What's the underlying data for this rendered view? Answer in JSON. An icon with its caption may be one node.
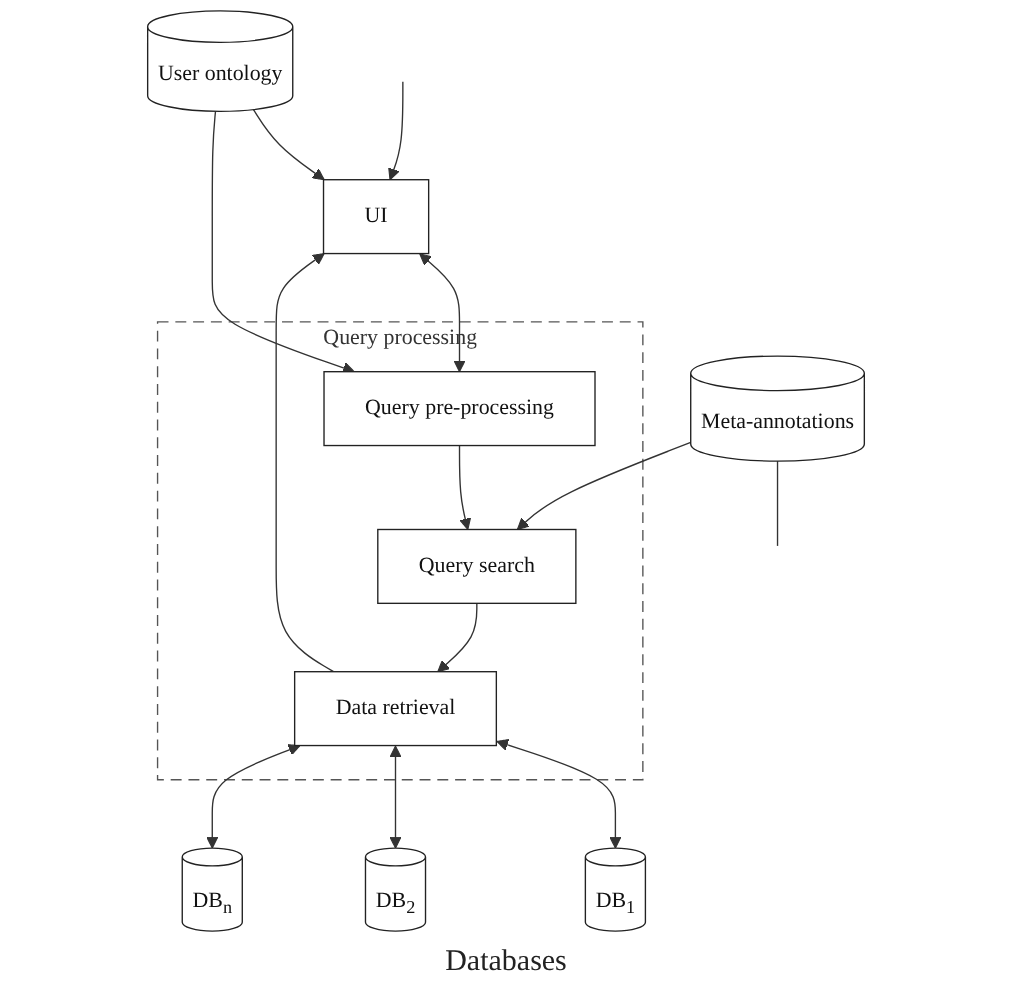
{
  "diagram": {
    "nodes": [
      {
        "text": [
          "Query processing"
        ]
      },
      {
        "text": [
          "UI"
        ]
      },
      {
        "text": [
          "Query pre-processing"
        ],
        "in": 0
      },
      {
        "text": [
          "Query search"
        ],
        "in": 0
      },
      {
        "text": [
          "Data retrieval"
        ],
        "in": 0
      },
      {
        "text": [
          "User ontology"
        ]
      },
      {
        "text": [
          "Meta-annotations"
        ]
      },
      {
        "text": [
          "DB$_{1}$"
        ]
      },
      {
        "text": [
          "DB$_{2}$"
        ]
      },
      {
        "text": [
          "DB$_{n}$"
        ]
      }
    ],
    "edges": [
      {
        "from": null,
        "to": 1,
        "arrow": "to"
      },
      {
        "from": 1,
        "to": 2,
        "arrow": "both"
      },
      {
        "from": 5,
        "to": 1,
        "arrow": "to"
      },
      {
        "from": 5,
        "to": 2,
        "arrow": "to"
      },
      {
        "from": 2,
        "to": 3,
        "arrow": "to"
      },
      {
        "from": 6,
        "to": 3,
        "arrow": "to"
      },
      {
        "from": 6,
        "to": null,
        "arrow": "none"
      },
      {
        "from": 3,
        "to": 4,
        "arrow": "to"
      },
      {
        "from": 4,
        "to": 1,
        "arrow": "to"
      },
      {
        "from": 4,
        "to": 7,
        "arrow": "both"
      },
      {
        "from": 4,
        "to": 8,
        "arrow": "both"
      },
      {
        "from": 4,
        "to": 9,
        "arrow": "both"
      }
    ],
    "labels": [
      "Databases"
    ]
  }
}
